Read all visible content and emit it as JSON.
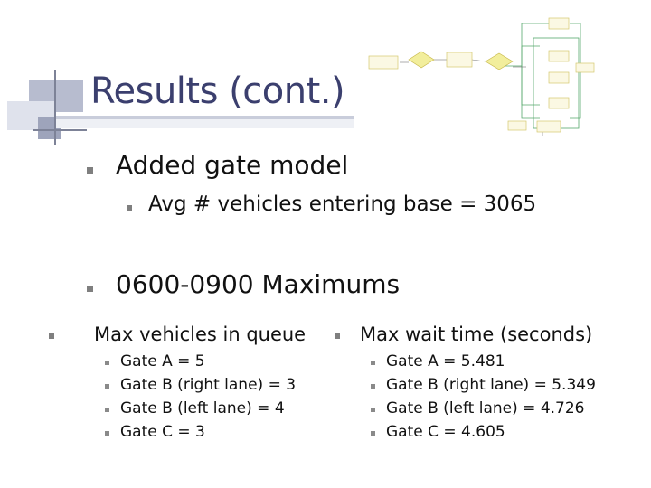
{
  "slide": {
    "title": "Results (cont.)",
    "bullets": [
      {
        "text": "Added gate model",
        "level": 1
      },
      {
        "text": "Avg # vehicles entering base = 3065",
        "level": 2
      },
      {
        "text": "0600-0900 Maximums",
        "level": 1
      }
    ],
    "columns": [
      {
        "heading": "Max vehicles in queue",
        "items": [
          "Gate A = 5",
          "Gate B (right lane) = 3",
          "Gate B (left lane) = 4",
          "Gate C = 3"
        ]
      },
      {
        "heading": "Max wait time (seconds)",
        "items": [
          "Gate A = 5.481",
          "Gate B (right lane) = 5.349",
          "Gate B (left lane) = 4.726",
          "Gate C = 4.605"
        ]
      }
    ]
  },
  "colors": {
    "title": "#3b3f6e",
    "bullet": "#7f7f7f",
    "accent_bar": "#c4c8d6",
    "flow_diamond": "#f2ee9c",
    "flow_box_border": "#d4c86e",
    "flow_container": "#55a86b"
  }
}
